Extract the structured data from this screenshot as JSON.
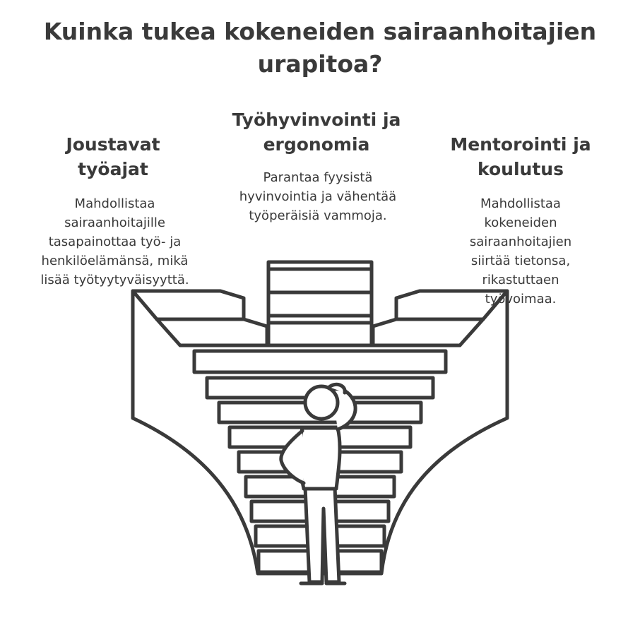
{
  "title": "Kuinka tukea kokeneiden sairaanhoitajien urapitoa?",
  "options": [
    {
      "heading": "Joustavat työajat",
      "description": "Mahdollistaa sairaanhoitajille tasapainottaa työ- ja henkilöelämänsä, mikä lisää työtyytyväisyyttä."
    },
    {
      "heading": "Työhyvinvointi ja ergonomia",
      "description": "Parantaa fyysistä hyvinvointia ja vähentää työperäisiä vammoja."
    },
    {
      "heading": "Mentorointi ja koulutus",
      "description": "Mahdollistaa kokeneiden sairaanhoitajien siirtää tietonsa, rikastuttaen työvoimaa."
    }
  ],
  "colors": {
    "ink": "#3a3a3a",
    "background": "#ffffff"
  }
}
